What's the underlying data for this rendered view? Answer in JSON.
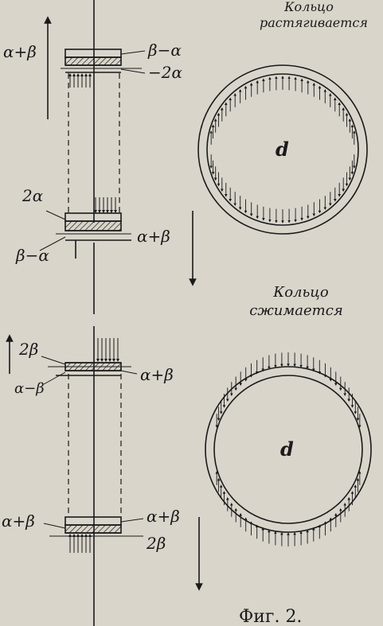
{
  "top_ring": {
    "title_line1": "Кольцо",
    "title_line2": "растягивается",
    "diameter": "d"
  },
  "bottom_ring": {
    "title_line1": "Кольцо",
    "title_line2": "сжимается",
    "diameter": "d"
  },
  "labels": {
    "tl_alpha_beta": "α+β",
    "tl_beta_minus_alpha": "β−α",
    "tl_minus_2alpha": "−2α",
    "ml_2alpha": "2α",
    "ml_beta_minus_alpha": "β−α",
    "ml_alpha_beta": "α+β",
    "bl_2beta": "2β",
    "bl_alpha_minus_beta": "α−β",
    "bl_alpha_beta_right": "α+β",
    "bb_alpha_beta_left": "α+β",
    "bb_alpha_beta_right": "α+β",
    "bb_2beta": "2β"
  },
  "caption": "Фиг. 2.",
  "colors": {
    "ink": "#1a1a1a",
    "paper": "#d9d5cb"
  }
}
